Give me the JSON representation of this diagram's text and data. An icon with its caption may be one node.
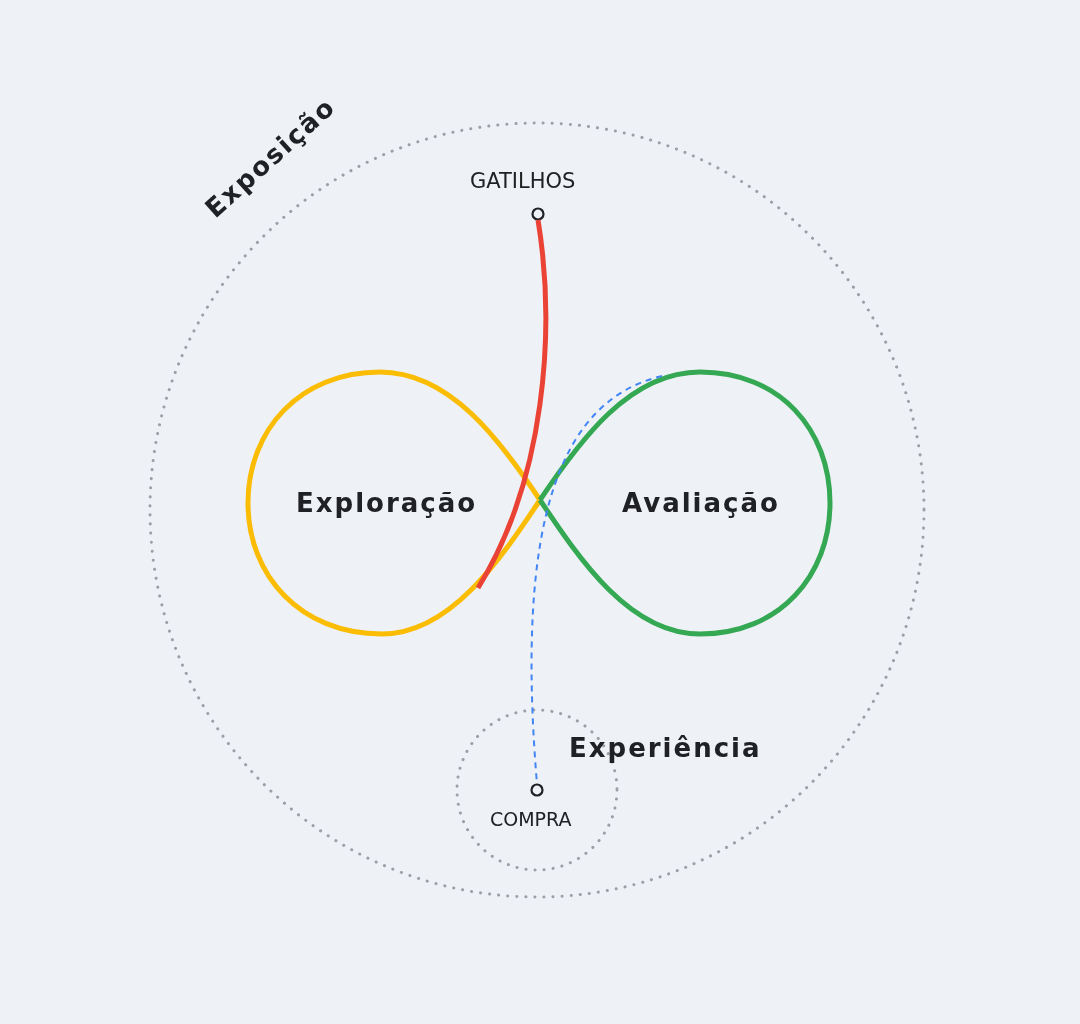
{
  "diagram": {
    "nodes": [
      {
        "text": [
          "Exposição"
        ]
      },
      {
        "text": [
          "GATILHOS"
        ],
        "in": 0
      },
      {
        "text": [
          "Exploração"
        ],
        "in": 0
      },
      {
        "text": [
          "Avaliação"
        ],
        "in": 0
      },
      {
        "text": [
          "Experiência"
        ],
        "in": 0
      },
      {
        "text": [
          "COMPRA"
        ],
        "in": 4
      }
    ],
    "edges": [
      {
        "from": 1,
        "to": 2,
        "arrow": "none",
        "style": "thick",
        "color": "#ea4335"
      },
      {
        "from": 3,
        "to": 5,
        "arrow": "none",
        "style": "dashed",
        "color": "#4285f4"
      }
    ]
  }
}
